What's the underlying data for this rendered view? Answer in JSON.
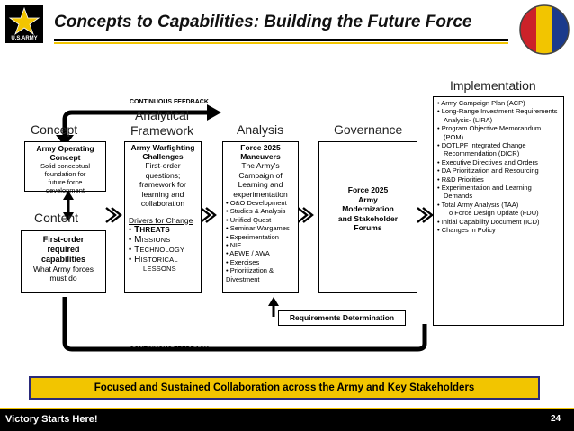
{
  "header": {
    "title": "Concepts to Capabilities: Building the Future Force",
    "logo_text": "U.S.ARMY"
  },
  "feedback": {
    "top": "CONTINUOUS FEEDBACK",
    "bottom": "CONTINUOUS FEEDBACK"
  },
  "columns": {
    "concept": "Concept",
    "content": "Content",
    "analytical_framework_line1": "Analytical",
    "analytical_framework_line2": "Framework",
    "analysis": "Analysis",
    "governance": "Governance",
    "implementation": "Implementation"
  },
  "concept_box": {
    "title_line1": "Army Operating",
    "title_line2": "Concept",
    "body": [
      "Solid conceptual",
      "foundation for",
      "future force",
      "development"
    ]
  },
  "content_box": {
    "title": [
      "First-order",
      "required",
      "capabilities"
    ],
    "body": [
      "What Army forces",
      "must do"
    ]
  },
  "framework_box": {
    "title": [
      "Army Warfighting",
      "Challenges"
    ],
    "body": [
      "First-order",
      "questions;",
      "framework for",
      "learning and",
      "collaboration"
    ],
    "drivers_label": "Drivers for Change",
    "drivers": [
      {
        "cap": "T",
        "rest": "HREATS",
        "bold": true
      },
      {
        "cap": "M",
        "rest": "ISSIONS",
        "bold": false
      },
      {
        "cap": "T",
        "rest": "ECHNOLOGY",
        "bold": false
      },
      {
        "cap": "H",
        "rest": "ISTORICAL",
        "bold": false,
        "extra": "LESSONS"
      }
    ]
  },
  "analysis_box": {
    "title": [
      "Force 2025",
      "Maneuvers"
    ],
    "body": [
      "The Army's",
      "Campaign of",
      "Learning and",
      "experimentation"
    ],
    "items": [
      "• O&O Development",
      "• Studies & Analysis",
      "• Unified Quest",
      "• Seminar Wargames",
      "• Experimentation",
      "• NIE",
      "• AEWE / AWA",
      "• Exercises",
      "• Prioritization &",
      "Divestment"
    ]
  },
  "governance_box": {
    "title": [
      "Force 2025",
      "Army",
      "Modernization",
      "and Stakeholder",
      "Forums"
    ]
  },
  "requirements": "Requirements Determination",
  "implementation_items": [
    {
      "text": "• Army Campaign Plan (ACP)",
      "sub": false
    },
    {
      "text": "• Long-Range Investment Requirements Analysis- (LIRA)",
      "sub": false
    },
    {
      "text": "• Program Objective Memorandum (POM)",
      "sub": false
    },
    {
      "text": "• DOTLPF Integrated Change Recommendation (DICR)",
      "sub": false
    },
    {
      "text": "• Executive Directives and Orders",
      "sub": false
    },
    {
      "text": "• DA Prioritization and Resourcing",
      "sub": false
    },
    {
      "text": "• R&D Priorities",
      "sub": false
    },
    {
      "text": "• Experimentation and Learning Demands",
      "sub": false
    },
    {
      "text": "• Total Army Analysis (TAA)",
      "sub": false
    },
    {
      "text": "o Force Design Update (FDU)",
      "sub": true
    },
    {
      "text": "• Initial Capability Document (ICD)",
      "sub": false
    },
    {
      "text": "• Changes in Policy",
      "sub": false
    }
  ],
  "banner": "Focused and Sustained Collaboration across the Army and Key Stakeholders",
  "footer": {
    "slogan": "Victory Starts Here!",
    "page": "24"
  },
  "colors": {
    "army_gold": "#F2C500",
    "footer_bg": "#000000",
    "banner_border": "#2a2a7a",
    "red": "#CC2229",
    "blue": "#1B3A8C"
  }
}
